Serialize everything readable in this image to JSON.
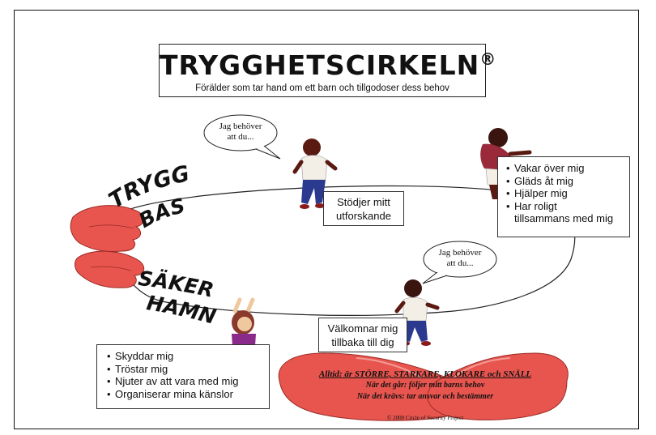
{
  "title": "TRYGGHETSCIRKELN",
  "title_mark": "®",
  "subtitle": "Förälder som tar hand om ett barn och tillgodoser dess behov",
  "bubble_top": {
    "line1": "Jag behöver",
    "line2": "att du..."
  },
  "bubble_bottom": {
    "line1": "Jag behöver",
    "line2": "att du..."
  },
  "label_trygg": "TRYGG",
  "label_bas": "BAS",
  "label_saker": "SÄKER",
  "label_hamn": "HAMN",
  "center_top": {
    "line1": "Stödjer mitt",
    "line2": "utforskande"
  },
  "center_bottom": {
    "line1": "Välkomnar mig",
    "line2": "tillbaka till dig"
  },
  "right_list": [
    "Vakar  över mig",
    "Gläds åt mig",
    "Hjälper mig",
    "Har roligt",
    "tillsammans med mig"
  ],
  "left_list": [
    "Skyddar mig",
    "Tröstar mig",
    "Njuter av att vara med mig",
    "Organiserar mina känslor"
  ],
  "hands_text": {
    "line1": "Alltid: är STÖRRE, STARKARE, KLOKARE och SNÄLL",
    "line2": "När det går: följer mitt barns behov",
    "line3": "När det krävs: tar ansvar och bestämmer"
  },
  "copyright": "© 2000 Circle of Security Project",
  "colors": {
    "hand": "#e8554f",
    "hand_light": "#f08a84",
    "skin": "#5a1a12",
    "shirt": "#f4efe6",
    "pants": "#2b3a8f",
    "dress": "#9a2a3a",
    "purple": "#8a2a8a"
  }
}
